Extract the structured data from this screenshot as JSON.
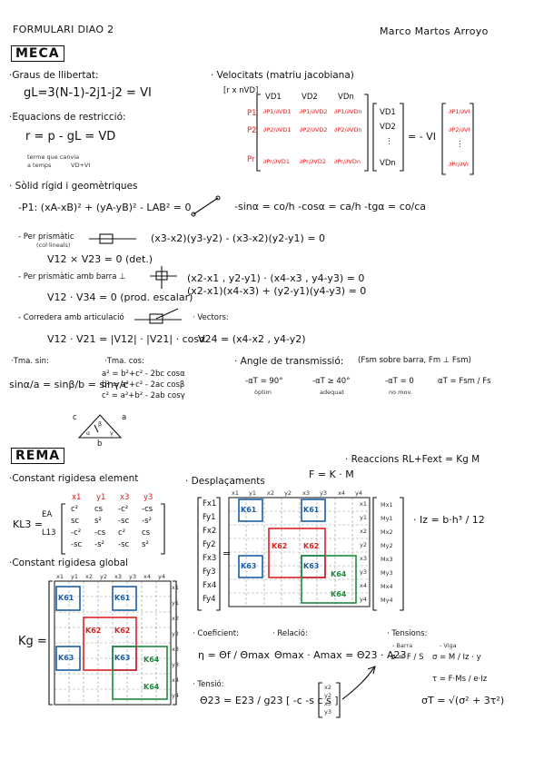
{
  "header": {
    "title": "FORMULARI DIAO 2",
    "author": "Marco Martos Arroyo"
  },
  "meca": {
    "section_title": "MECA",
    "graus": {
      "heading": "·Graus de llibertat:",
      "formula": "gL=3(N-1)-2j1-j2 = VI"
    },
    "equacions": {
      "heading": "·Equacions de restricció:",
      "formula": "r = p - gL = VD",
      "note_a": "terme que canvia",
      "note_b": "a temps",
      "note_c": "VD+VI"
    },
    "velocitats": {
      "heading": "· Velocitats (matriu jacobiana)",
      "dim_label": "[r x nVD]",
      "col_labels": [
        "VD1",
        "VD2",
        "VDn"
      ],
      "row_labels": [
        "P1",
        "P2",
        "Pr"
      ],
      "cells": [
        "∂P1/∂VD1",
        "∂P1/∂VD2",
        "∂P1/∂VDn",
        "∂P2/∂VD1",
        "∂P2/∂VD2",
        "∂P2/∂VDn",
        "∂Pr/∂VD1",
        "∂Pr/∂VD2",
        "∂Pr/∂VDn"
      ],
      "vd_vector": [
        "VD1",
        "VD2",
        "⋮",
        "VDn"
      ],
      "equals": "= - VI",
      "rhs_vector": [
        "∂P1/∂VI",
        "∂P2/∂VI",
        "⋮",
        "∂Pr/∂VI"
      ]
    },
    "solid": {
      "heading": "· Sòlid rígid i geomètriques",
      "eq1": "-P1: (xA-xB)² + (yA-yB)² - LAB² = 0",
      "trig": "-sinα = co/h   -cosα = ca/h   -tgα = co/ca",
      "prismatic_heading": "- Per prismàtic",
      "prismatic_note": "(col·lineals)",
      "prismatic_eq": "(x3-x2)(y3-y2) - (x3-x2)(y2-y1) = 0",
      "prismatic_vel": "V12 × V23 = 0  (det.)",
      "prismatic_barra_heading": "- Per prismàtic amb barra ⊥",
      "prismatic_barra_eq1": "(x2-x1 , y2-y1) · (x4-x3 , y4-y3) = 0",
      "prismatic_barra_eq2": "(x2-x1)(x4-x3) + (y2-y1)(y4-y3) = 0",
      "prismatic_barra_vel": "V12 · V34 = 0   (prod. escalar)",
      "corredera_heading": "- Corredera amb articulació",
      "corredera_eq": "V12 · V21 = |V12| · |V21| · cosα",
      "vectors_heading": "· Vectors:",
      "vectors_eq": "V24 = (x4-x2 , y4-y2)"
    },
    "teoremes": {
      "sin_heading": "·Tma. sin:",
      "sin_eq": "sinα/a = sinβ/b = sinγ/c",
      "cos_heading": "·Tma. cos:",
      "cos_eqs": [
        "a² = b²+c² - 2bc cosα",
        "b² = a²+c² - 2ac cosβ",
        "c² = a²+b² - 2ab cosγ"
      ],
      "triangle": [
        "c",
        "a",
        "b",
        "α",
        "β",
        "γ"
      ]
    },
    "transmissio": {
      "heading": "· Angle de transmissió:",
      "note": "(Fsm sobre barra, Fm ⊥ Fsm)",
      "items": [
        {
          "eq": "-αT = 90°",
          "note": "òptim"
        },
        {
          "eq": "-αT ≥ 40°",
          "note": "adequat"
        },
        {
          "eq": "-αT = 0",
          "note": "no mov."
        },
        {
          "eq": "αT = Fsm / Fs",
          "note": ""
        }
      ]
    }
  },
  "rema": {
    "section_title": "REMA",
    "reaccions": "· Reaccions  RL+Fext = Kg M",
    "element": {
      "heading": "·Constant rigidesa element",
      "lhs": "KL3 =",
      "ea": "EA",
      "l": "L13",
      "headers": [
        "x1",
        "y1",
        "x3",
        "y3"
      ],
      "rows": [
        [
          "c²",
          "cs",
          "-c²",
          "-cs"
        ],
        [
          "sc",
          "s²",
          "-sc",
          "-s²"
        ],
        [
          "-c²",
          "-cs",
          "c²",
          "cs"
        ],
        [
          "-sc",
          "-s²",
          "-sc",
          "s²"
        ]
      ]
    },
    "desplacaments": {
      "heading": "· Desplaçaments",
      "force_eq": "F = K · M",
      "forces": [
        "Fx1",
        "Fy1",
        "Fx2",
        "Fy2",
        "Fx3",
        "Fy3",
        "Fx4",
        "Fy4"
      ],
      "labels": [
        "x1",
        "y1",
        "x2",
        "y2",
        "x3",
        "y3",
        "x4",
        "y4"
      ],
      "moves": [
        "Mx1",
        "My1",
        "Mx2",
        "My2",
        "Mx3",
        "My3",
        "Mx4",
        "My4"
      ],
      "blocks": [
        "K61",
        "K61",
        "K62",
        "K62",
        "K63",
        "K63",
        "K64",
        "K64"
      ],
      "inertia": "· Iz = b·h³ / 12"
    },
    "global": {
      "heading": "·Constant rigidesa global",
      "lhs": "Kg =",
      "labels": [
        "x1",
        "y1",
        "x2",
        "y2",
        "x3",
        "y3",
        "x4",
        "y4"
      ],
      "blocks": [
        "K61",
        "K61",
        "K62",
        "K62",
        "K63",
        "K63",
        "K64",
        "K64"
      ]
    },
    "coeficient": {
      "heading": "· Coeficient:",
      "eq": "η = Θf / Θmax"
    },
    "relacio": {
      "heading": "· Relació:",
      "eq": "Θmax · Amax = Θ23 · A23"
    },
    "tensions": {
      "heading": "· Tensions:",
      "barra": "- Barra",
      "barra_eq": "σ = F / S",
      "viga": "- Viga",
      "viga_eq": "σ = M / Iz · y",
      "tau_eq": "τ = F·Ms / e·Iz",
      "sigma_eq": "σT = √(σ² + 3τ²)"
    },
    "tensio": {
      "heading": "· Tensió:",
      "eq": "Θ23 = E23 / g23 [ -c  -s  c  s ]",
      "vector": [
        "x2",
        "y2",
        "x3",
        "y3"
      ]
    }
  }
}
